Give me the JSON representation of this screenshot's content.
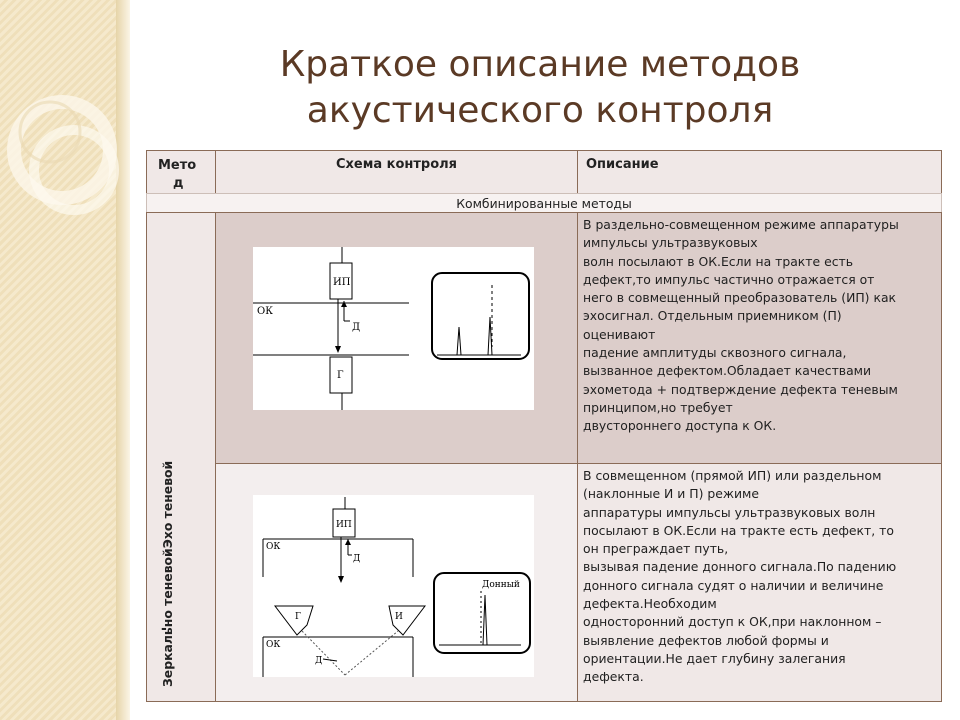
{
  "slide": {
    "title_line1": "Краткое описание методов",
    "title_line2": "акустического контроля"
  },
  "table": {
    "headers": {
      "method_part1": "Мето",
      "method_part2": "д",
      "schema": "Схема контроля",
      "description": "Описание"
    },
    "section_title": "Комбинированные методы",
    "method_vertical": "Зеркально теневойЭхо теневой",
    "method_dash": "-",
    "rows": [
      {
        "lines": [
          "В раздельно-совмещенном режиме аппаратуры",
          "импульсы ультразвуковых",
          "волн посылают в ОК.Если на тракте есть",
          "дефект,то импульс частично отражается от",
          "него в совмещенный преобразователь (ИП) как",
          "эхосигнал. Отдельным приемником (П)",
          "оценивают",
          "падение амплитуды сквозного сигнала,",
          "вызванное дефектом.Обладает качествами",
          "эхометода + подтверждение дефекта теневым",
          "принципом,но требует",
          "двустороннего доступа к ОК."
        ],
        "diagram": {
          "probe_top": "ИП",
          "probe_bottom": "Г",
          "object": "ОК",
          "defect": "Д"
        }
      },
      {
        "lines": [
          "В совмещенном (прямой ИП) или раздельном",
          "(наклонные И и П) режиме",
          "аппаратуры импульсы ультразвуковых волн",
          "посылают в ОК.Если на тракте есть дефект, то",
          "он преграждает путь,",
          "вызывая падение донного сигнала.По падению",
          "донного сигнала судят о наличии и величине",
          "дефекта.Необходим",
          "односторонний доступ к ОК,при наклонном –",
          "выявление дефектов любой формы и",
          "ориентации.Не дает глубину залегания",
          "дефекта."
        ],
        "diagram": {
          "probe_top": "ИП",
          "object_top": "ОК",
          "defect_top": "Д",
          "probe_left": "Г",
          "probe_right": "И",
          "object_bottom": "ОК",
          "defect_bottom": "Д",
          "scope_label": "Донный"
        }
      }
    ]
  }
}
